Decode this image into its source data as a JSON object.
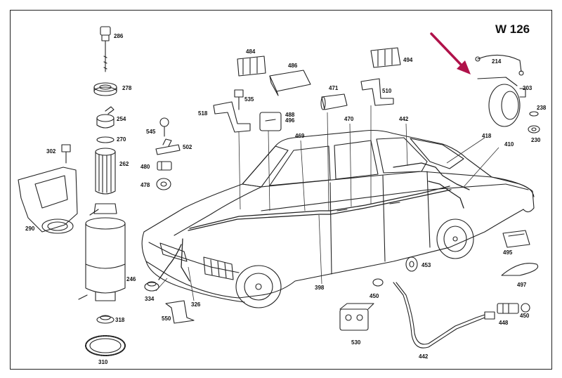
{
  "title": "W 126",
  "arrow_color": "#b0124a",
  "parts": [
    {
      "id": "p286",
      "label": "286"
    },
    {
      "id": "p278",
      "label": "278"
    },
    {
      "id": "p254",
      "label": "254"
    },
    {
      "id": "p270",
      "label": "270"
    },
    {
      "id": "p262",
      "label": "262"
    },
    {
      "id": "p302",
      "label": "302"
    },
    {
      "id": "p290",
      "label": "290"
    },
    {
      "id": "p246",
      "label": "246"
    },
    {
      "id": "p318",
      "label": "318"
    },
    {
      "id": "p310",
      "label": "310"
    },
    {
      "id": "p545",
      "label": "545"
    },
    {
      "id": "p502",
      "label": "502"
    },
    {
      "id": "p480",
      "label": "480"
    },
    {
      "id": "p478",
      "label": "478"
    },
    {
      "id": "p518",
      "label": "518"
    },
    {
      "id": "p484",
      "label": "484"
    },
    {
      "id": "p486",
      "label": "486"
    },
    {
      "id": "p535",
      "label": "535"
    },
    {
      "id": "p488",
      "label": "488"
    },
    {
      "id": "p496",
      "label": "496"
    },
    {
      "id": "p469",
      "label": "469"
    },
    {
      "id": "p471",
      "label": "471"
    },
    {
      "id": "p510",
      "label": "510"
    },
    {
      "id": "p470",
      "label": "470"
    },
    {
      "id": "p494",
      "label": "494"
    },
    {
      "id": "p442a",
      "label": "442"
    },
    {
      "id": "p214",
      "label": "214"
    },
    {
      "id": "p203",
      "label": "203"
    },
    {
      "id": "p238",
      "label": "238"
    },
    {
      "id": "p230",
      "label": "230"
    },
    {
      "id": "p418",
      "label": "418"
    },
    {
      "id": "p410",
      "label": "410"
    },
    {
      "id": "p334",
      "label": "334"
    },
    {
      "id": "p326",
      "label": "326"
    },
    {
      "id": "p550",
      "label": "550"
    },
    {
      "id": "p398",
      "label": "398"
    },
    {
      "id": "p453",
      "label": "453"
    },
    {
      "id": "p450a",
      "label": "450"
    },
    {
      "id": "p530",
      "label": "530"
    },
    {
      "id": "p442b",
      "label": "442"
    },
    {
      "id": "p448",
      "label": "448"
    },
    {
      "id": "p450b",
      "label": "450"
    },
    {
      "id": "p495",
      "label": "495"
    },
    {
      "id": "p497",
      "label": "497"
    }
  ]
}
